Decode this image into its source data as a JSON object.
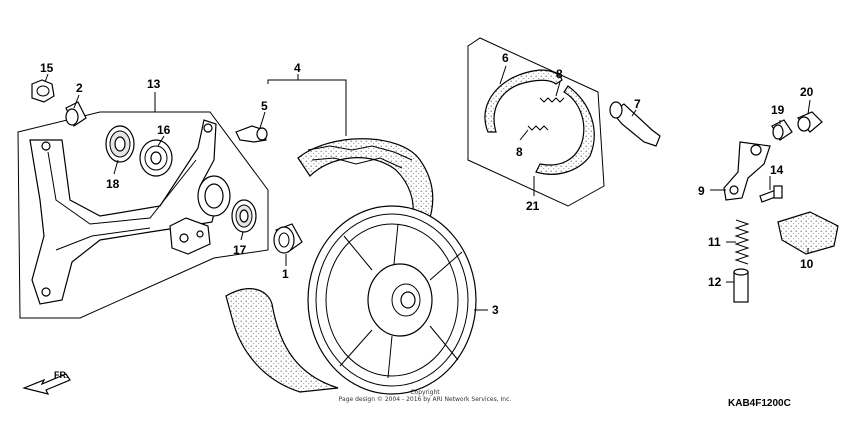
{
  "diagram": {
    "parts": [
      {
        "label": "1"
      },
      {
        "label": "2"
      },
      {
        "label": "3"
      },
      {
        "label": "4"
      },
      {
        "label": "5"
      },
      {
        "label": "6"
      },
      {
        "label": "7"
      },
      {
        "label": "8"
      },
      {
        "label": "8"
      },
      {
        "label": "9"
      },
      {
        "label": "10"
      },
      {
        "label": "11"
      },
      {
        "label": "12"
      },
      {
        "label": "13"
      },
      {
        "label": "14"
      },
      {
        "label": "15"
      },
      {
        "label": "16"
      },
      {
        "label": "17"
      },
      {
        "label": "18"
      },
      {
        "label": "19"
      },
      {
        "label": "20"
      },
      {
        "label": "21"
      }
    ],
    "direction_label": "FR.",
    "diagram_code": "KAB4F1200C",
    "copyright_line1": "Copyright",
    "copyright_line2": "Page design © 2004 - 2016 by ARI Network Services, Inc."
  }
}
